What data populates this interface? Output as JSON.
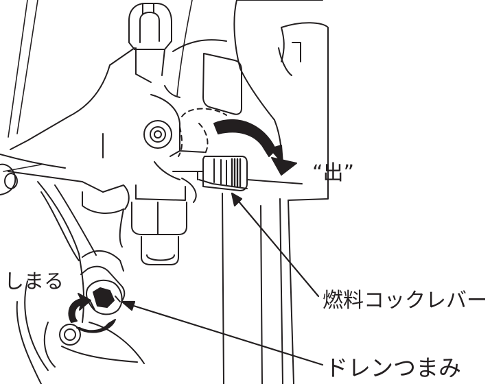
{
  "labels": {
    "out_position": "“出”",
    "fuel_cock_lever": "燃料コックレバー",
    "close_direction": "しまる",
    "drain_knob": "ドレンつまみ"
  },
  "colors": {
    "line": "#231f20",
    "background": "#ffffff",
    "hatch_fill": "#231f20"
  }
}
